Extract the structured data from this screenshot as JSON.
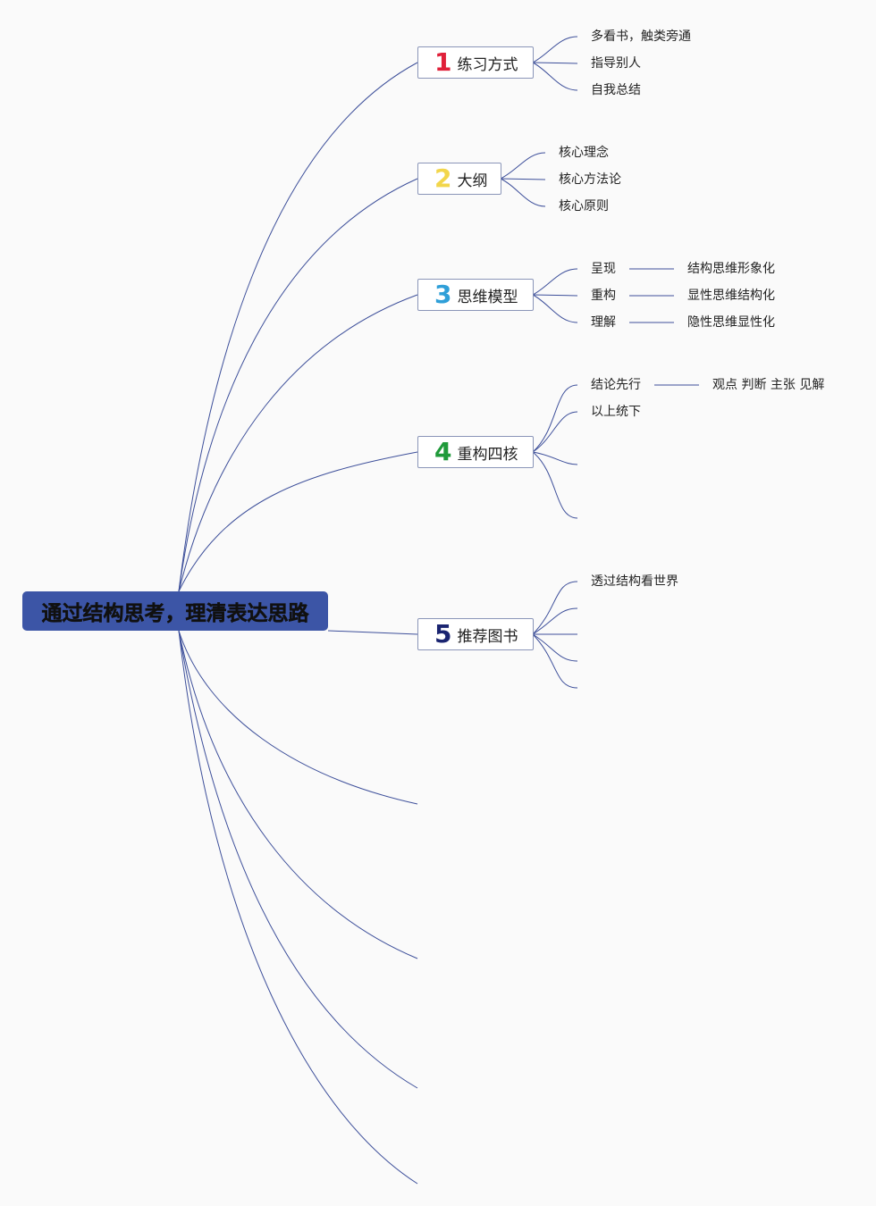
{
  "root": {
    "label": "通过结构思考，理清表达思路"
  },
  "branches": [
    {
      "num": "1",
      "num_color": "#e0203a",
      "label": "练习方式",
      "children": [
        "多看书，触类旁通",
        "指导别人",
        "自我总结"
      ]
    },
    {
      "num": "2",
      "num_color": "#f2d64b",
      "label": "大纲",
      "children": [
        "核心理念",
        "核心方法论",
        "核心原则"
      ]
    },
    {
      "num": "3",
      "num_color": "#2f9fd8",
      "label": "思维模型",
      "children": [
        "呈现",
        "重构",
        "理解"
      ],
      "grandchildren": [
        "结构思维形象化",
        "显性思维结构化",
        "隐性思维显性化"
      ]
    },
    {
      "num": "4",
      "num_color": "#1f9a3a",
      "label": "重构四核",
      "children": [
        "结论先行",
        "以上统下"
      ],
      "grandchildren": [
        "观点 判断 主张 见解"
      ]
    },
    {
      "num": "5",
      "num_color": "#1a2470",
      "label": "推荐图书",
      "children": [
        "透过结构看世界"
      ]
    }
  ]
}
